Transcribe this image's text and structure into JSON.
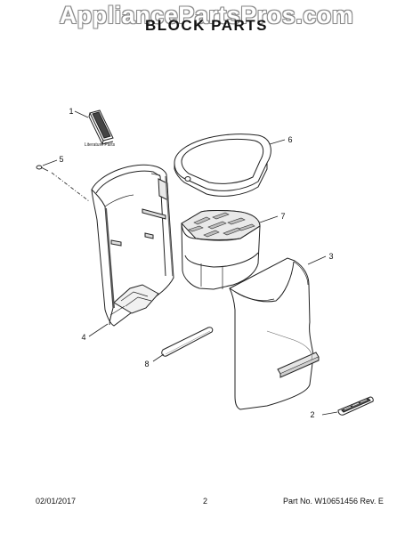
{
  "watermark": "AppliancePartsPros.com",
  "title": "BLOCK PARTS",
  "literature_label": "Literature Parts",
  "callouts": {
    "c1": "1",
    "c2": "2",
    "c3": "3",
    "c4": "4",
    "c5": "5",
    "c6": "6",
    "c7": "7",
    "c8": "8"
  },
  "footer": {
    "date": "02/01/2017",
    "page": "2",
    "part_number": "Part No. W10651456  Rev. E"
  }
}
